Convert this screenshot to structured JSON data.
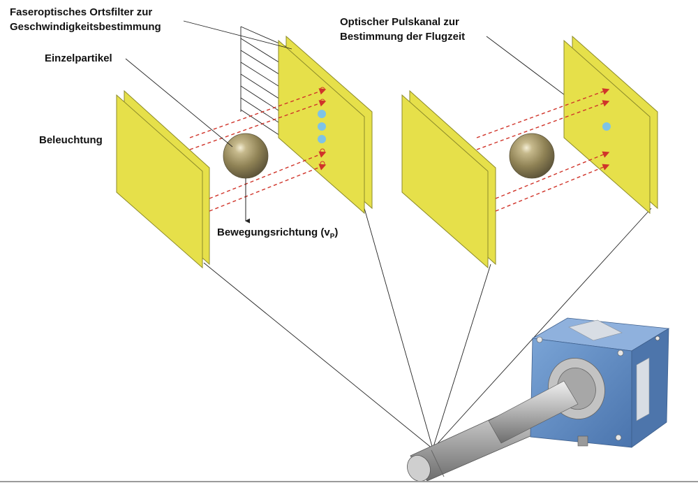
{
  "labels": {
    "fiber_filter_line1": "Faseroptisches Ortsfilter zur",
    "fiber_filter_line2": "Geschwindigkeitsbestimmung",
    "single_particle": "Einzelpartikel",
    "illumination": "Beleuchtung",
    "movement_prefix": "Bewegungsrichtung (v",
    "movement_subscript": "P",
    "movement_suffix": ")",
    "pulse_channel_line1": "Optischer Pulskanal zur",
    "pulse_channel_line2": "Bestimmung der Flugzeit"
  },
  "colors": {
    "panel_fill": "#e6e04a",
    "panel_stroke": "#8c8a2a",
    "beam": "#d0342a",
    "particle": "#8f8255",
    "detector_dot": "#7ec3e6",
    "housing": "#5f8cc4",
    "probe": "#b5b5b5"
  },
  "icons": {
    "device": "measurement-device-icon",
    "particle": "particle-sphere-icon"
  }
}
